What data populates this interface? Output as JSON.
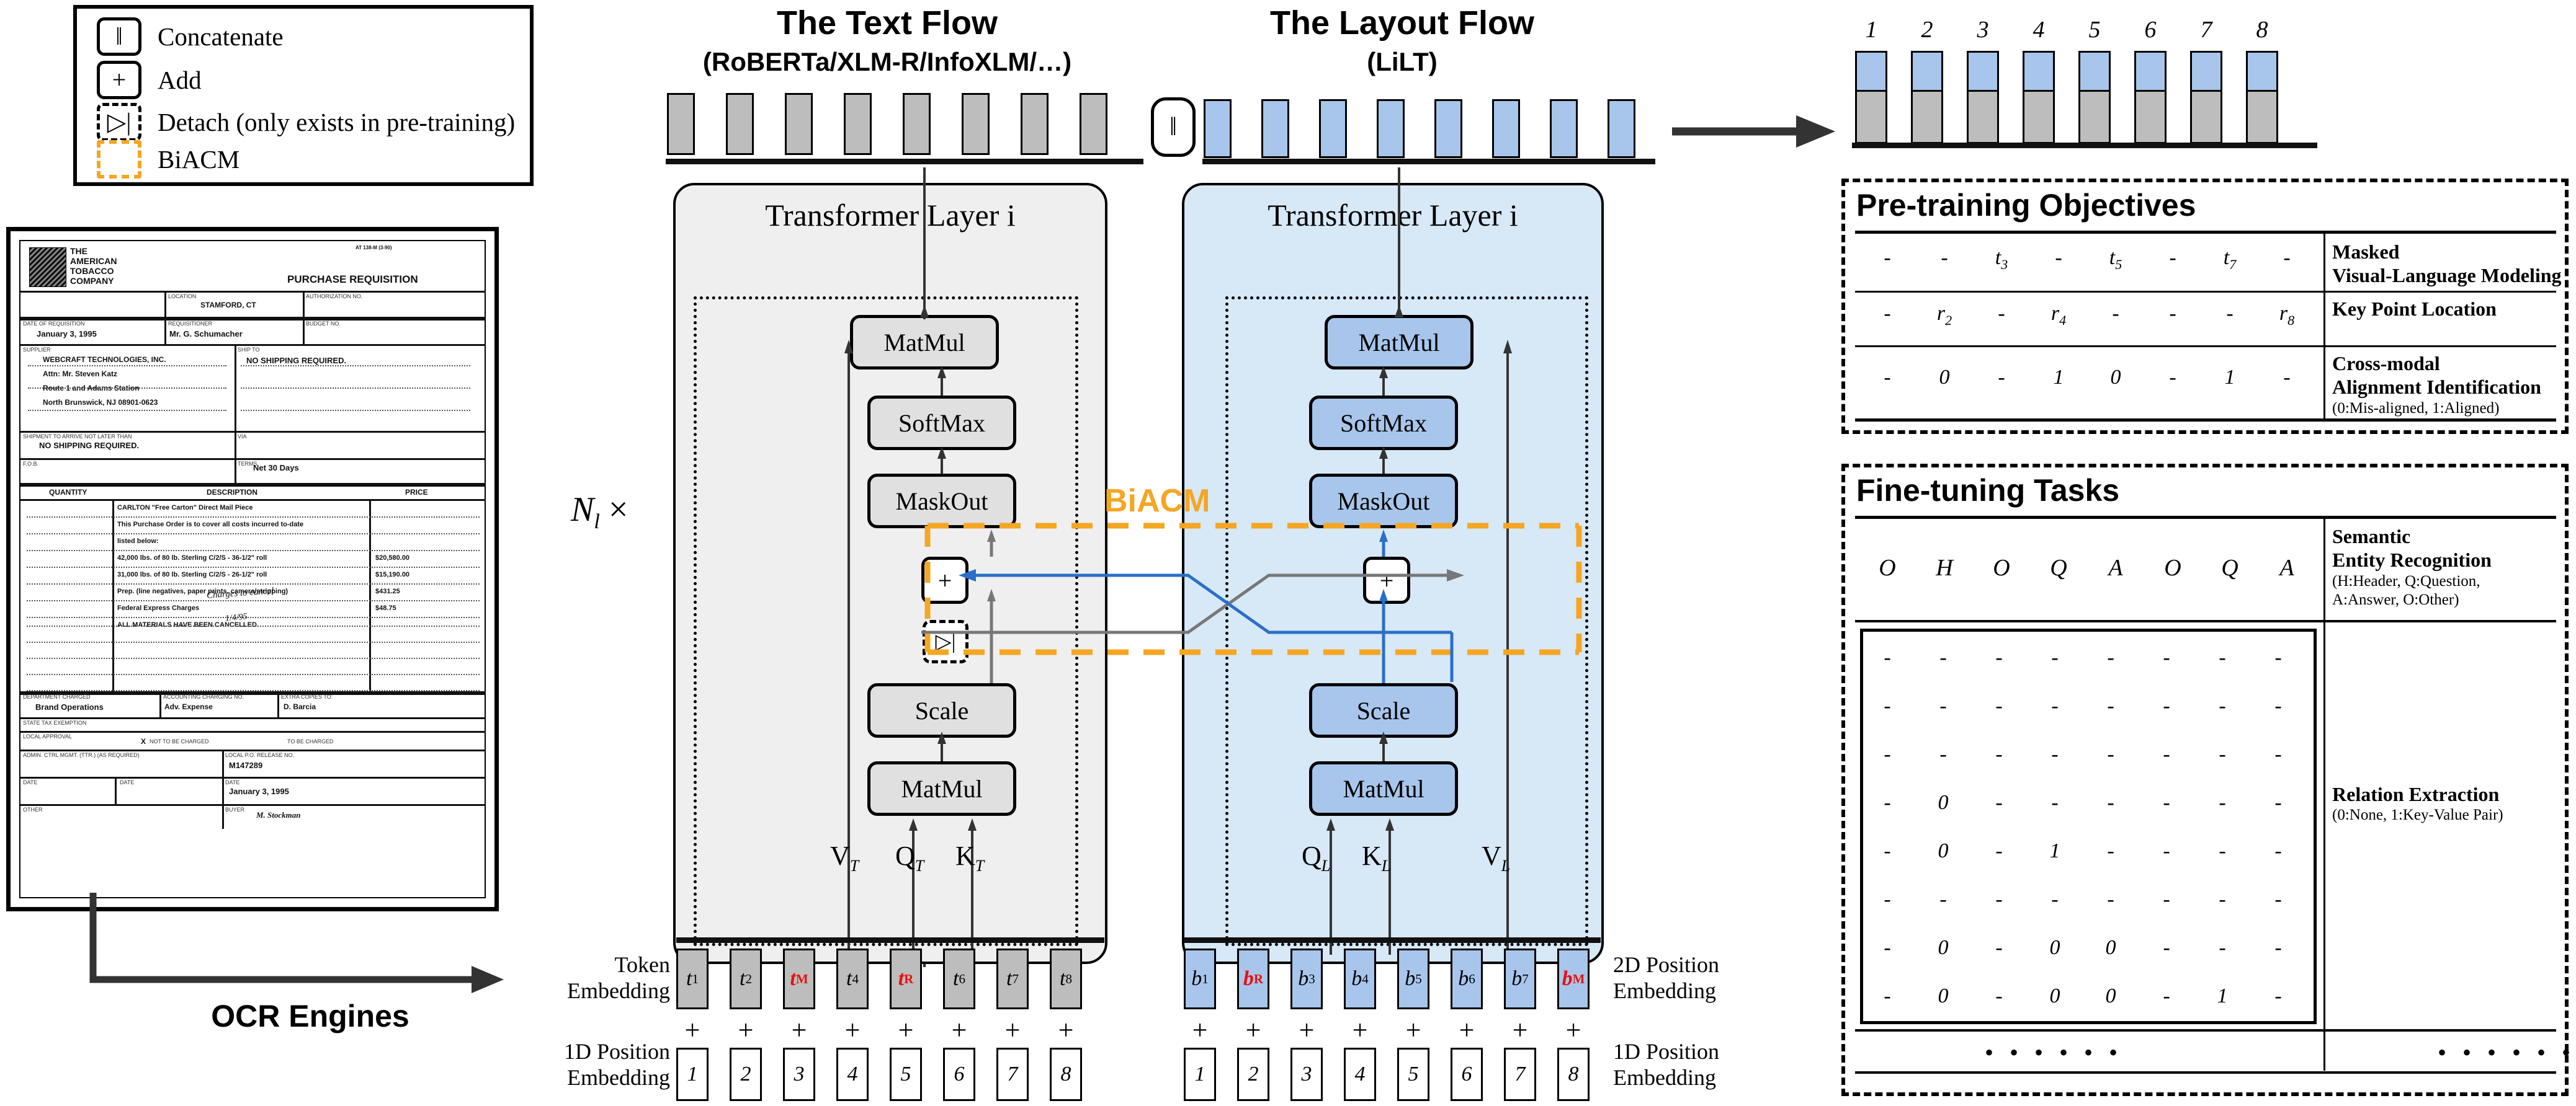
{
  "legend": {
    "items": [
      {
        "icon": "concat-icon",
        "glyph": "‖",
        "label": "Concatenate",
        "style": "solid"
      },
      {
        "icon": "add-icon",
        "glyph": "+",
        "label": "Add",
        "style": "solid"
      },
      {
        "icon": "detach-icon",
        "glyph": "▷|",
        "label": "Detach (only exists in pre-training)",
        "style": "dashed-black"
      },
      {
        "icon": "biacm-icon",
        "glyph": "",
        "label": "BiACM",
        "style": "dashed-orange"
      }
    ]
  },
  "document": {
    "header_code": "AT 138-M (3-90)",
    "company": [
      "THE",
      "AMERICAN",
      "TOBACCO",
      "COMPANY"
    ],
    "doc_title": "PURCHASE REQUISITION",
    "fields": [
      {
        "label": "LOCATION",
        "value": "STAMFORD, CT"
      },
      {
        "label": "AUTHORIZATION NO.",
        "value": ""
      },
      {
        "label": "DATE OF REQUISITION",
        "value": "January 3, 1995"
      },
      {
        "label": "REQUISITIONER",
        "value": "Mr. G. Schumacher"
      },
      {
        "label": "BUDGET NO.",
        "value": ""
      },
      {
        "label": "SUPPLIER",
        "value": ""
      },
      {
        "label": "SHIP TO",
        "value": "NO SHIPPING REQUIRED."
      },
      {
        "label": "SHIPMENT TO ARRIVE NOT LATER THAN",
        "value": "NO SHIPPING REQUIRED."
      },
      {
        "label": "VIA",
        "value": ""
      },
      {
        "label": "F.O.B.",
        "value": ""
      },
      {
        "label": "TERMS",
        "value": "Net 30 Days"
      }
    ],
    "supplier_lines": [
      "WEBCRAFT TECHNOLOGIES, INC.",
      "Attn: Mr. Steven Katz",
      "Route 1 and Adams Station",
      "North Brunswick, NJ 08901-0623"
    ],
    "table_headers": [
      "QUANTITY",
      "DESCRIPTION",
      "PRICE"
    ],
    "line_items": [
      {
        "desc": "CARLTON \"Free Carton\" Direct Mail Piece",
        "price": ""
      },
      {
        "desc": "This Purchase Order is to cover all costs incurred to-date",
        "price": ""
      },
      {
        "desc": "listed below:",
        "price": ""
      },
      {
        "desc": "42,000 lbs. of 80 lb. Sterling C/2/S - 36-1/2\" roll",
        "price": "$20,580.00"
      },
      {
        "desc": "31,000 lbs. of 80 lb. Sterling C/2/S - 26-1/2\" roll",
        "price": "$15,190.00"
      },
      {
        "desc": "Prep. (line negatives, paper prints, camera/stripping)",
        "price": "$431.25"
      },
      {
        "desc": "Federal Express Charges",
        "price": "$48.75"
      },
      {
        "desc": "ALL MATERIALS HAVE BEEN CANCELLED.",
        "price": ""
      }
    ],
    "handwriting": [
      "Charges to cancel",
      "1/4/95"
    ],
    "footer": {
      "dept_label": "DEPARTMENT CHARGED",
      "dept_value": "Brand Operations",
      "acct_label": "ACCOUNTING CHARGING NO.",
      "acct_value": "Adv. Expense",
      "extra_label": "EXTRA COPIES TO:",
      "extra_value": "D. Barcia",
      "approval_label": "LOCAL APPROVAL",
      "checkbox_a": "NOT TO BE CHARGED",
      "checkbox_b": "TO BE CHARGED",
      "po_label": "LOCAL P.O. RELEASE NO.",
      "po_value": "M147289",
      "date_label": "DATE",
      "date_value": "January 3, 1995",
      "other_label": "OTHER",
      "buyer_label": "BUYER",
      "buyer_value": "M. Stockman",
      "admin_label": "ADMIN. CTRL MGMT. (TTR.) (AS REQUIRED)"
    },
    "ocr_label": "OCR Engines"
  },
  "flows": {
    "text": {
      "title": "The Text Flow",
      "subtitle": "(RoBERTa/XLM-R/InfoXLM/…)",
      "layer_title": "Transformer Layer i",
      "ops": [
        "MatMul",
        "SoftMax",
        "MaskOut",
        "Scale",
        "MatMul"
      ],
      "inputs": [
        {
          "name": "V",
          "sub": "T"
        },
        {
          "name": "Q",
          "sub": "T"
        },
        {
          "name": "K",
          "sub": "T"
        }
      ]
    },
    "layout": {
      "title": "The Layout Flow",
      "subtitle": "(LiLT)",
      "layer_title": "Transformer Layer i",
      "ops": [
        "MatMul",
        "SoftMax",
        "MaskOut",
        "Scale",
        "MatMul"
      ],
      "inputs": [
        {
          "name": "Q",
          "sub": "L"
        },
        {
          "name": "K",
          "sub": "L"
        },
        {
          "name": "V",
          "sub": "L"
        }
      ]
    },
    "repeat_label": "N",
    "repeat_sub": "l",
    "repeat_times": "×",
    "biacm_label": "BiACM",
    "concat_glyph": "‖",
    "add_glyph": "+",
    "detach_glyph": "▷|"
  },
  "embeddings": {
    "text_token_label": [
      "Token",
      "Embedding"
    ],
    "text_pos_label": [
      "1D Position",
      "Embedding"
    ],
    "layout_token_label": [
      "2D Position",
      "Embedding"
    ],
    "layout_pos_label": [
      "1D Position",
      "Embedding"
    ],
    "plus_glyph": "+",
    "text_tokens": [
      {
        "base": "t",
        "sub": "1",
        "red": false
      },
      {
        "base": "t",
        "sub": "2",
        "red": false
      },
      {
        "base": "t",
        "sub": "M",
        "red": true
      },
      {
        "base": "t",
        "sub": "4",
        "red": false
      },
      {
        "base": "t",
        "sub": "R",
        "red": true
      },
      {
        "base": "t",
        "sub": "6",
        "red": false
      },
      {
        "base": "t",
        "sub": "7",
        "red": false
      },
      {
        "base": "t",
        "sub": "8",
        "red": false
      }
    ],
    "layout_tokens": [
      {
        "base": "b",
        "sub": "1",
        "red": false
      },
      {
        "base": "b",
        "sub": "R",
        "red": true
      },
      {
        "base": "b",
        "sub": "3",
        "red": false
      },
      {
        "base": "b",
        "sub": "4",
        "red": false
      },
      {
        "base": "b",
        "sub": "5",
        "red": false
      },
      {
        "base": "b",
        "sub": "6",
        "red": false
      },
      {
        "base": "b",
        "sub": "7",
        "red": false
      },
      {
        "base": "b",
        "sub": "M",
        "red": true
      }
    ],
    "text_positions": [
      "1",
      "2",
      "3",
      "4",
      "5",
      "6",
      "7",
      "8"
    ],
    "layout_positions": [
      "1",
      "2",
      "3",
      "4",
      "5",
      "6",
      "7",
      "8"
    ]
  },
  "output": {
    "indices": [
      "1",
      "2",
      "3",
      "4",
      "5",
      "6",
      "7",
      "8"
    ],
    "blue_fraction": 0.4,
    "colors": {
      "blue": "#a8c6ec",
      "gray": "#bdbdbd"
    }
  },
  "pretraining": {
    "title": "Pre-training Objectives",
    "rows": [
      {
        "cells": [
          "-",
          "-",
          "t3",
          "-",
          "t5",
          "-",
          "t7",
          "-"
        ],
        "cells_rich": [
          {
            "t": "-"
          },
          {
            "t": "-"
          },
          {
            "t": "t",
            "s": "3"
          },
          {
            "t": "-"
          },
          {
            "t": "t",
            "s": "5"
          },
          {
            "t": "-"
          },
          {
            "t": "t",
            "s": "7"
          },
          {
            "t": "-"
          }
        ],
        "label": "Masked\nVisual-Language Modeling",
        "label_lines": [
          "Masked",
          "Visual-Language Modeling"
        ],
        "sub": ""
      },
      {
        "cells": [
          "-",
          "r2",
          "-",
          "r4",
          "-",
          "-",
          "-",
          "r8"
        ],
        "cells_rich": [
          {
            "t": "-"
          },
          {
            "t": "r",
            "s": "2"
          },
          {
            "t": "-"
          },
          {
            "t": "r",
            "s": "4"
          },
          {
            "t": "-"
          },
          {
            "t": "-"
          },
          {
            "t": "-"
          },
          {
            "t": "r",
            "s": "8"
          }
        ],
        "label_lines": [
          "Key Point Location"
        ],
        "sub": ""
      },
      {
        "cells": [
          "-",
          "0",
          "-",
          "1",
          "0",
          "-",
          "1",
          "-"
        ],
        "cells_rich": [
          {
            "t": "-"
          },
          {
            "t": "0"
          },
          {
            "t": "-"
          },
          {
            "t": "1"
          },
          {
            "t": "0"
          },
          {
            "t": "-"
          },
          {
            "t": "1"
          },
          {
            "t": "-"
          }
        ],
        "label_lines": [
          "Cross-modal",
          "Alignment Identification"
        ],
        "sub": "(0:Mis-aligned, 1:Aligned)"
      }
    ]
  },
  "finetuning": {
    "title": "Fine-tuning Tasks",
    "ser": {
      "cells": [
        "O",
        "H",
        "O",
        "Q",
        "A",
        "O",
        "Q",
        "A"
      ],
      "label_lines": [
        "Semantic",
        "Entity Recognition"
      ],
      "sub_lines": [
        "(H:Header, Q:Question,",
        "A:Answer, O:Other)"
      ]
    },
    "re": {
      "label_lines": [
        "Relation Extraction"
      ],
      "sub_lines": [
        "(0:None, 1:Key-Value Pair)"
      ],
      "matrix": [
        [
          "-",
          "-",
          "-",
          "-",
          "-",
          "-",
          "-",
          "-"
        ],
        [
          "-",
          "-",
          "-",
          "-",
          "-",
          "-",
          "-",
          "-"
        ],
        [
          "-",
          "-",
          "-",
          "-",
          "-",
          "-",
          "-",
          "-"
        ],
        [
          "-",
          "0",
          "-",
          "-",
          "-",
          "-",
          "-",
          "-"
        ],
        [
          "-",
          "0",
          "-",
          "1",
          "-",
          "-",
          "-",
          "-"
        ],
        [
          "-",
          "-",
          "-",
          "-",
          "-",
          "-",
          "-",
          "-"
        ],
        [
          "-",
          "0",
          "-",
          "0",
          "0",
          "-",
          "-",
          "-"
        ],
        [
          "-",
          "0",
          "-",
          "0",
          "0",
          "-",
          "1",
          "-"
        ]
      ]
    },
    "ellipsis": "• • • • • •"
  },
  "colors": {
    "text_flow_bg": "#efefef",
    "layout_flow_bg": "#d7e8f7",
    "token_gray": "#bdbdbd",
    "token_blue": "#a8c6ec",
    "biacm_orange": "#F5A623",
    "blue_line": "#2a6fc9",
    "red_token": "#e8110f"
  }
}
